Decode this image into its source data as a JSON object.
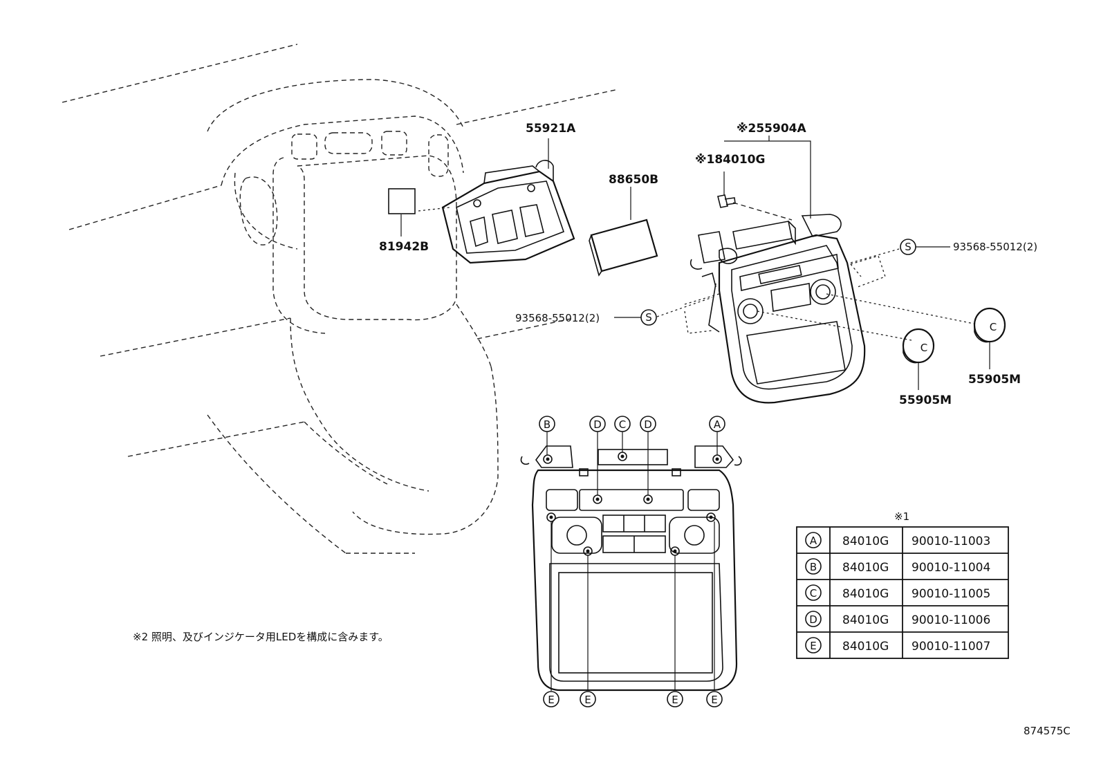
{
  "labels": {
    "p55921a": "55921A",
    "p88650b": "88650B",
    "p81942b": "81942B",
    "p55904a": "※255904A",
    "p84010g": "※184010G",
    "screw_right": "93568-55012(2)",
    "screw_left": "93568-55012(2)",
    "s_symbol": "S",
    "c_symbol": "C",
    "p55905m_left": "55905M",
    "p55905m_right": "55905M"
  },
  "detail_callouts": {
    "top": [
      "B",
      "D",
      "C",
      "D",
      "A"
    ],
    "bottom": [
      "E",
      "E",
      "E",
      "E"
    ]
  },
  "table": {
    "heading": "※1",
    "rows": [
      {
        "key": "A",
        "part": "84010G",
        "number": "90010-11003"
      },
      {
        "key": "B",
        "part": "84010G",
        "number": "90010-11004"
      },
      {
        "key": "C",
        "part": "84010G",
        "number": "90010-11005"
      },
      {
        "key": "D",
        "part": "84010G",
        "number": "90010-11006"
      },
      {
        "key": "E",
        "part": "84010G",
        "number": "90010-11007"
      }
    ]
  },
  "note": "※2 照明、及びインジケータ用LEDを構成に含みます。",
  "diagram_id": "874575C"
}
